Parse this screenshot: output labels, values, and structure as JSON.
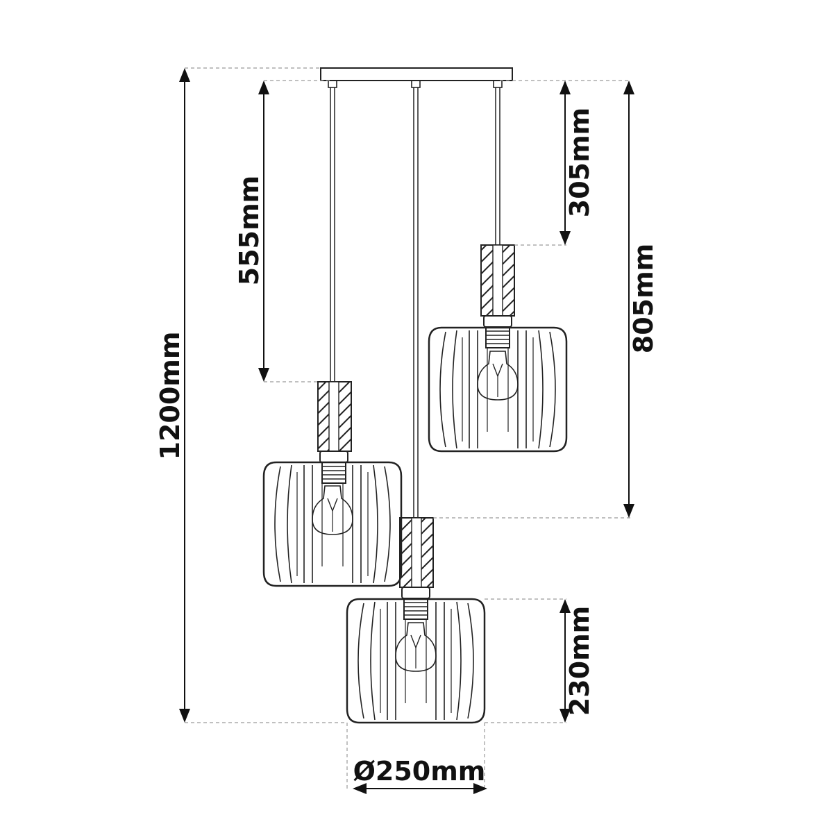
{
  "dimensions": {
    "total_height": "1200mm",
    "cable_left": "555mm",
    "cable_right": "305mm",
    "drop_right_total": "805mm",
    "shade_height": "230mm",
    "shade_diameter": "Ø250mm"
  },
  "colors": {
    "line": "#222222",
    "dash": "#9a9a9a",
    "text": "#111111"
  }
}
